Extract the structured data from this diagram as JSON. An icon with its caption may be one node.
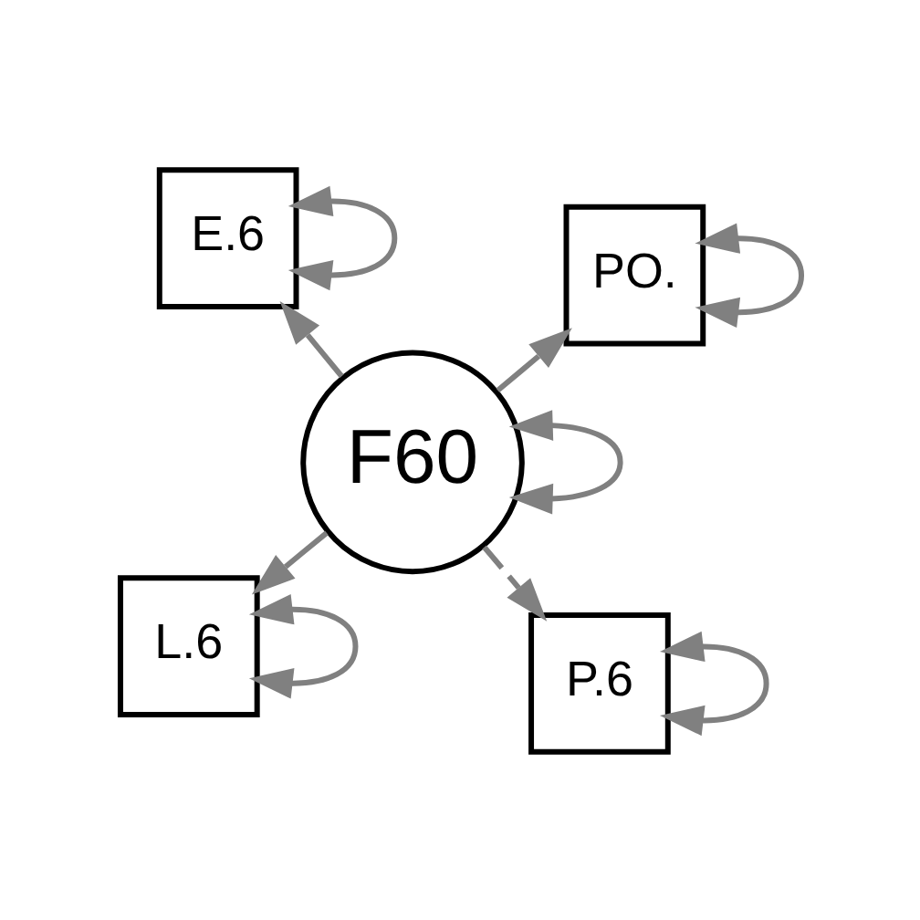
{
  "diagram": {
    "nodes": [
      {
        "text": [
          "L.6"
        ]
      },
      {
        "text": [
          "P.6"
        ]
      },
      {
        "text": [
          "F60"
        ]
      },
      {
        "text": [
          "E.6"
        ]
      },
      {
        "text": [
          "PO."
        ]
      }
    ],
    "edges": [
      {
        "from": 2,
        "to": 0,
        "arrow": "to"
      },
      {
        "from": 2,
        "to": 1,
        "arrow": "to",
        "style": "dashed"
      },
      {
        "from": 2,
        "to": 3,
        "arrow": "to"
      },
      {
        "from": 2,
        "to": 4,
        "arrow": "to"
      },
      {
        "from": 0,
        "to": 0,
        "arrow": "both"
      },
      {
        "from": 1,
        "to": 1,
        "arrow": "both"
      },
      {
        "from": 2,
        "to": 2,
        "arrow": "both"
      },
      {
        "from": 3,
        "to": 3,
        "arrow": "both"
      },
      {
        "from": 4,
        "to": 4,
        "arrow": "both"
      }
    ]
  }
}
